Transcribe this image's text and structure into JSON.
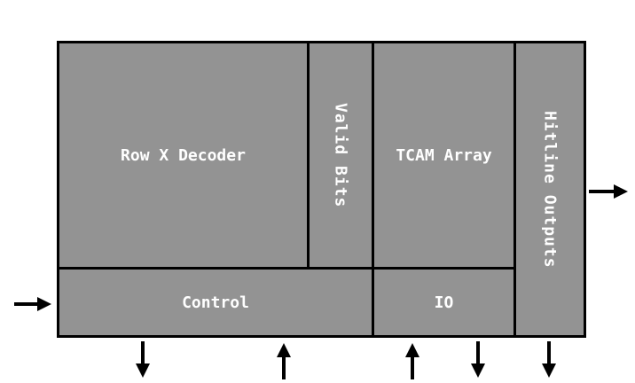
{
  "blocks": {
    "row_decoder": "Row X Decoder",
    "valid_bits": "Valid Bits",
    "tcam_array": "TCAM Array",
    "hitline_outputs": "Hitline Outputs",
    "control": "Control",
    "io": "IO"
  },
  "colors": {
    "block_fill": "#939393",
    "stroke": "#000000",
    "text": "#ffffff"
  }
}
